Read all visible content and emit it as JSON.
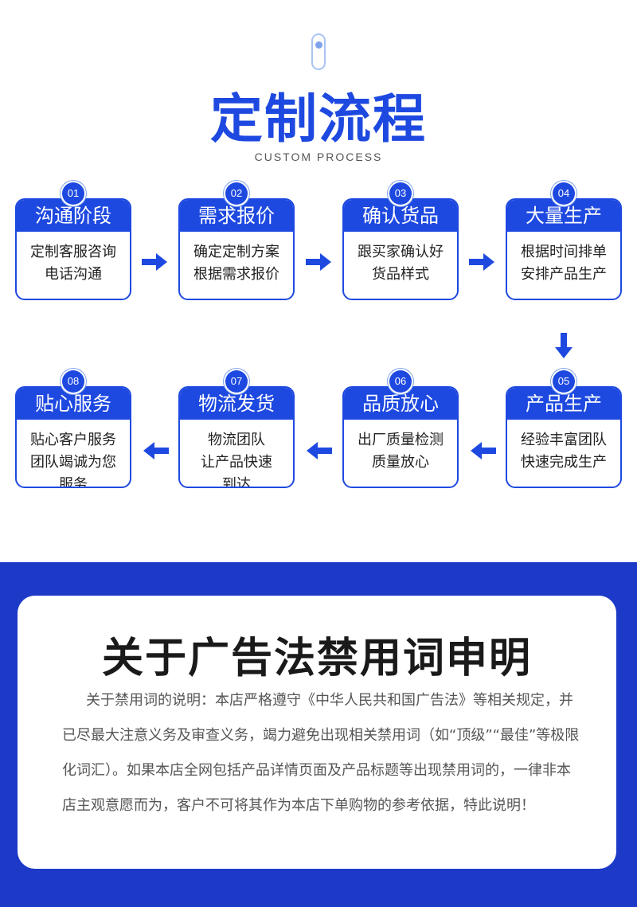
{
  "header": {
    "title": "定制流程",
    "subtitle": "CUSTOM PROCESS"
  },
  "steps": [
    {
      "num": "01",
      "title": "沟通阶段",
      "desc": [
        "定制客服咨询",
        "电话沟通"
      ]
    },
    {
      "num": "02",
      "title": "需求报价",
      "desc": [
        "确定定制方案",
        "根据需求报价"
      ]
    },
    {
      "num": "03",
      "title": "确认货品",
      "desc": [
        "跟买家确认好",
        "货品样式"
      ]
    },
    {
      "num": "04",
      "title": "大量生产",
      "desc": [
        "根据时间排单",
        "安排产品生产"
      ]
    },
    {
      "num": "05",
      "title": "产品生产",
      "desc": [
        "经验丰富团队",
        "快速完成生产"
      ]
    },
    {
      "num": "06",
      "title": "品质放心",
      "desc": [
        "出厂质量检测",
        "质量放心"
      ]
    },
    {
      "num": "07",
      "title": "物流发货",
      "desc": [
        "物流团队",
        "让产品快速",
        "到达"
      ]
    },
    {
      "num": "08",
      "title": "贴心服务",
      "desc": [
        "贴心客户服务",
        "团队竭诚为您",
        "服务"
      ]
    }
  ],
  "notice": {
    "title": "关于广告法禁用词申明",
    "text": "关于禁用词的说明：本店严格遵守《中华人民共和国广告法》等相关规定，并已尽最大注意义务及审查义务，竭力避免出现相关禁用词（如“顶级”“最佳”等极限化词汇）。如果本店全网包括产品详情页面及产品标题等出现禁用词的，一律非本店主观意愿而为，客户不可将其作为本店下单购物的参考依据，特此说明！"
  },
  "colors": {
    "accent": "#1e49e0",
    "band": "#1c39c8"
  }
}
